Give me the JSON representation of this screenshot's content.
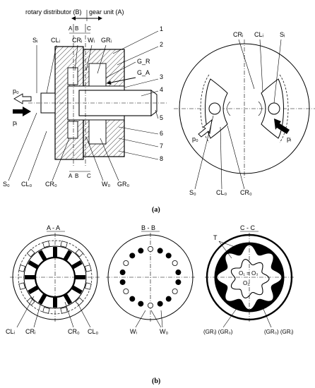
{
  "panel_a": {
    "caption": "(a)",
    "header": {
      "rotary": "rotary distributor (B)",
      "gear": "gear unit (A)"
    },
    "section_marks": {
      "a": "A",
      "b": "B",
      "c": "C"
    },
    "left_labels": {
      "si": "Sᵢ",
      "cli": "CLᵢ",
      "cri": "CRᵢ",
      "wi": "Wᵢ",
      "gri": "GRᵢ",
      "gr": "G_R",
      "ga": "G_A",
      "po": "p₀",
      "pi": "pᵢ",
      "so": "S₀",
      "clo": "CL₀",
      "cro": "CR₀",
      "wo": "W₀",
      "gro": "GR₀"
    },
    "numbers": [
      "1",
      "2",
      "3",
      "4",
      "5",
      "6",
      "7",
      "8"
    ],
    "right_labels": {
      "cri": "CRᵢ",
      "cli": "CLᵢ",
      "si": "Sᵢ",
      "po": "p₀",
      "pi": "pᵢ",
      "so": "S₀",
      "clo": "CL₀",
      "cro": "CR₀"
    }
  },
  "panel_b": {
    "caption": "(b)",
    "sections": [
      {
        "title": "A - A",
        "labels": [
          "CLᵢ",
          "CRᵢ",
          "CR₀",
          "CL₀"
        ]
      },
      {
        "title": "B - B",
        "labels": [
          "Wᵢ",
          "W₀"
        ]
      },
      {
        "title": "C - C",
        "labels": [
          "T",
          "O₁ = O₃",
          "O₂",
          "(GRᵢ) (GR₀)",
          "(GR₀) (GRᵢ)"
        ]
      }
    ]
  }
}
